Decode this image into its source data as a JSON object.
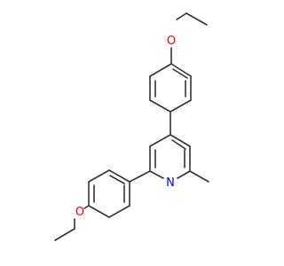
{
  "molecule": {
    "atoms": [
      {
        "id": "O1",
        "symbol": "O",
        "color": "#ff0000"
      },
      {
        "id": "O2",
        "symbol": "O",
        "color": "#ff0000"
      },
      {
        "id": "N1",
        "symbol": "N",
        "color": "#0000ff"
      }
    ],
    "bond_color": "#333333",
    "background": "#ffffff"
  }
}
